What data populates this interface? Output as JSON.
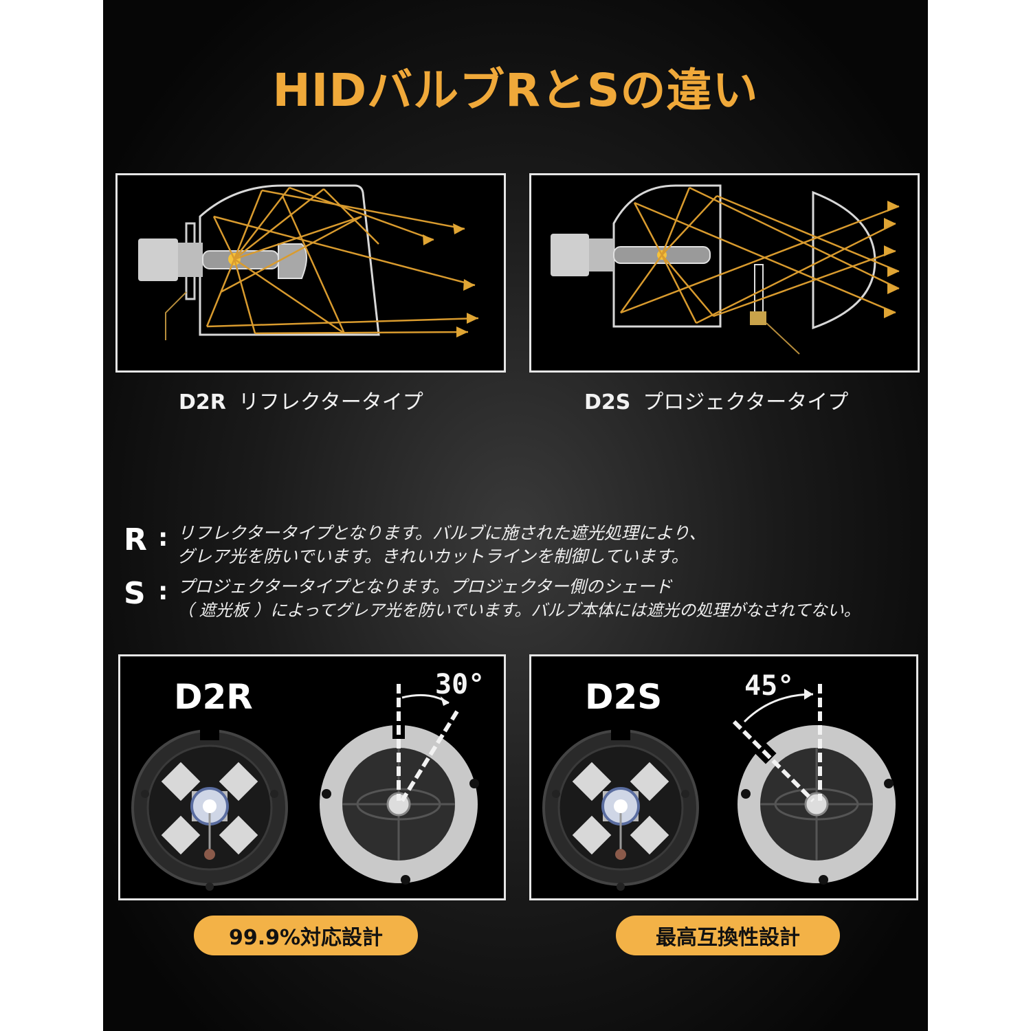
{
  "title": "HIDバルブRとSの違い",
  "colors": {
    "accent": "#f0a93a",
    "pill": "#f3b247",
    "frame": "#e6e6e6"
  },
  "top_panels": [
    {
      "code": "D2R",
      "kind": "リフレクタータイプ"
    },
    {
      "code": "D2S",
      "kind": "プロジェクタータイプ"
    }
  ],
  "descriptions": [
    {
      "letter": "R",
      "colon": ":",
      "lines": [
        "リフレクタータイプとなります。バルブに施された遮光処理により、",
        "グレア光を防いでいます。きれいカットラインを制御しています。"
      ]
    },
    {
      "letter": "S",
      "colon": ":",
      "lines": [
        "プロジェクタータイプとなります。プロジェクター側のシェード",
        "（ 遮光板 ）によってグレア光を防いでいます。バルブ本体には遮光の処理がなされてない。"
      ]
    }
  ],
  "bottom_panels": [
    {
      "model": "D2R",
      "angle": "30°",
      "badge": "99.9%対応設計"
    },
    {
      "model": "D2S",
      "angle": "45°",
      "badge": "最高互換性設計"
    }
  ]
}
